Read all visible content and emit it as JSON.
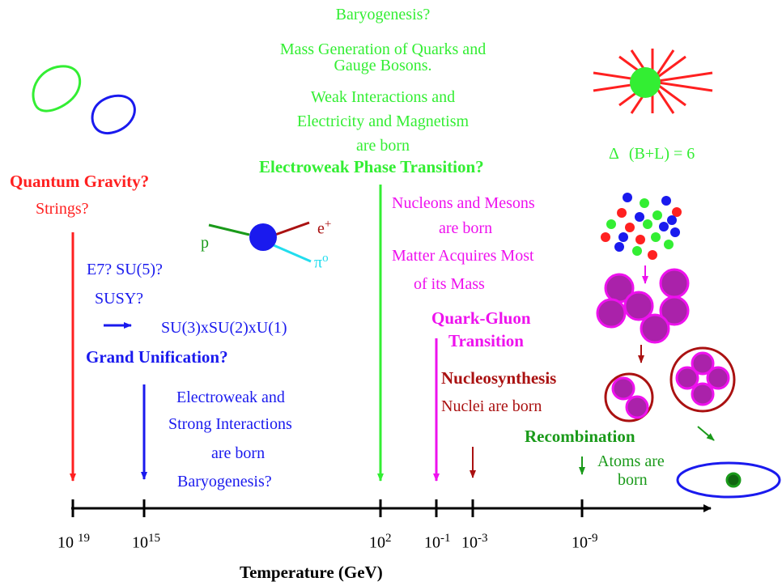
{
  "axis": {
    "title": "Temperature (GeV)",
    "ticks": [
      {
        "base": "10",
        "exp": "19"
      },
      {
        "base": "10",
        "exp": "15"
      },
      {
        "base": "10",
        "exp": "2"
      },
      {
        "base": "10",
        "exp": "-1"
      },
      {
        "base": "10",
        "exp": "-3"
      },
      {
        "base": "10",
        "exp": "-9"
      }
    ]
  },
  "epochs": {
    "quantum_gravity": {
      "title": "Quantum Gravity?",
      "sub": "Strings?"
    },
    "grand_unification": {
      "gut_groups": "E7? SU(5)?",
      "susy": "SUSY?",
      "sm_group": "SU(3)xSU(2)xU(1)",
      "title": "Grand Unification?",
      "lines": [
        "Electroweak and",
        "Strong Interactions",
        "are born",
        "Baryogenesis?"
      ]
    },
    "proton_decay": {
      "p": "p",
      "e": "e",
      "e_charge": "+",
      "pi": "π",
      "pi_charge": "o"
    },
    "electroweak": {
      "baryogenesis": "Baryogenesis?",
      "mass_gen": [
        "Mass Generation of Quarks and",
        "Gauge Bosons."
      ],
      "weak": [
        "Weak Interactions and",
        "Electricity and Magnetism",
        "are born"
      ],
      "title": "Electroweak Phase Transition?"
    },
    "sphaleron": {
      "delta": "Δ",
      "text": "(B+L) = 6"
    },
    "qcd": {
      "lines": [
        "Nucleons and Mesons",
        "are born",
        "Matter Acquires Most",
        "of its Mass"
      ],
      "title": [
        "Quark-Gluon",
        "Transition"
      ]
    },
    "nucleosynthesis": {
      "title": "Nucleosynthesis",
      "sub": "Nuclei are born"
    },
    "recombination": {
      "title": "Recombination",
      "sub": [
        "Atoms are",
        "born"
      ]
    }
  },
  "colors": {
    "red": "#ff2020",
    "green": "#33ee33",
    "blue": "#1a1aee",
    "magenta": "#ee11ee",
    "dark_red": "#aa1111",
    "dark_green": "#1a9a1a",
    "cyan": "#22ddee"
  }
}
